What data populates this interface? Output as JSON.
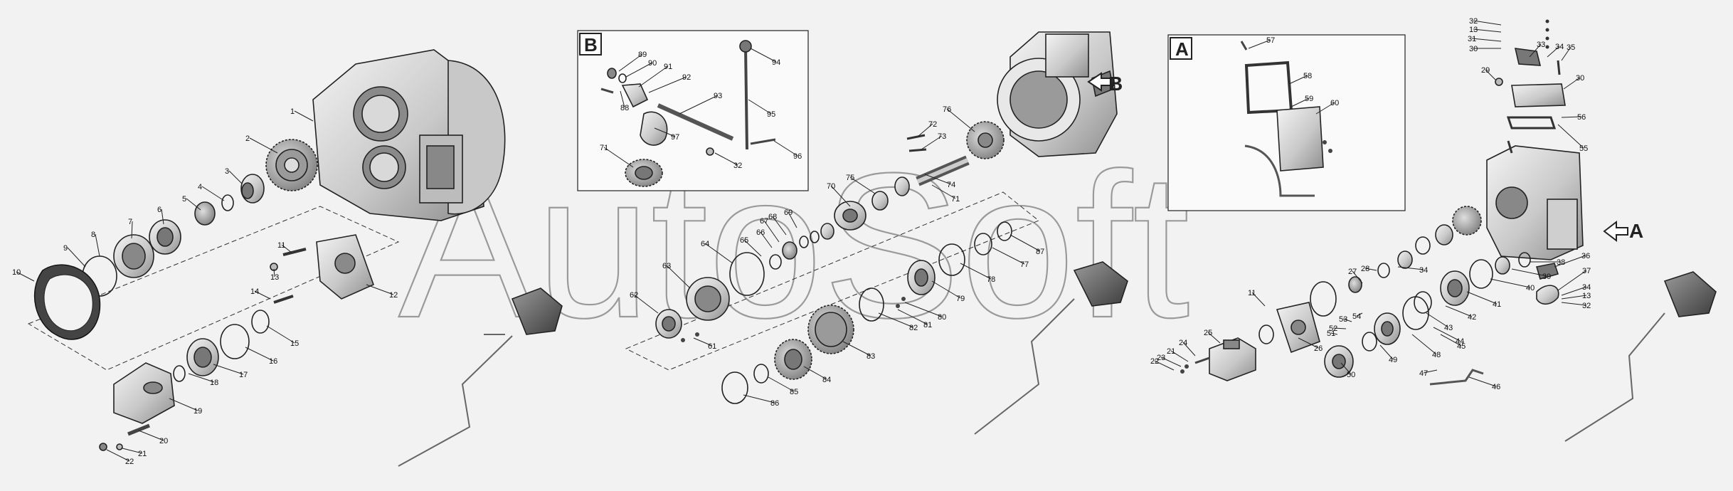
{
  "watermark": "AutoSoft",
  "insets": {
    "b_tag": "B",
    "a_tag": "A"
  },
  "view_arrows": {
    "b_label": "B",
    "a_label": "A"
  },
  "colors": {
    "background": "#f2f2f2",
    "part_light": "#e6e6e6",
    "part_mid": "#b8b8b8",
    "part_dark": "#555555",
    "line": "#222222",
    "watermark": "#9a9a9a"
  },
  "callouts_group_1": [
    "1",
    "2",
    "3",
    "4",
    "5",
    "6",
    "7",
    "8",
    "9",
    "10",
    "11",
    "13",
    "12",
    "14",
    "15",
    "16",
    "17",
    "18",
    "19",
    "20",
    "21",
    "22"
  ],
  "callouts_inset_b": [
    "89",
    "90",
    "91",
    "92",
    "88",
    "93",
    "94",
    "95",
    "97",
    "71",
    "32",
    "96"
  ],
  "callouts_group_2": [
    "76",
    "72",
    "73",
    "71",
    "74",
    "75",
    "70",
    "69",
    "68",
    "67",
    "66",
    "65",
    "64",
    "63",
    "62",
    "61",
    "87",
    "77",
    "78",
    "79",
    "80",
    "81",
    "82",
    "83",
    "84",
    "85",
    "86",
    "83"
  ],
  "callouts_inset_a": [
    "57",
    "58",
    "59",
    "60"
  ],
  "callouts_group_3": [
    "32",
    "13",
    "31",
    "30",
    "33",
    "34",
    "35",
    "29",
    "30",
    "56",
    "55",
    "36",
    "37",
    "34",
    "13",
    "32",
    "38",
    "39",
    "40",
    "41",
    "42",
    "34",
    "28",
    "27",
    "43",
    "44",
    "45",
    "46",
    "47",
    "48",
    "49",
    "50",
    "51",
    "52",
    "53",
    "54",
    "11",
    "24",
    "21",
    "23",
    "22",
    "25",
    "26"
  ]
}
